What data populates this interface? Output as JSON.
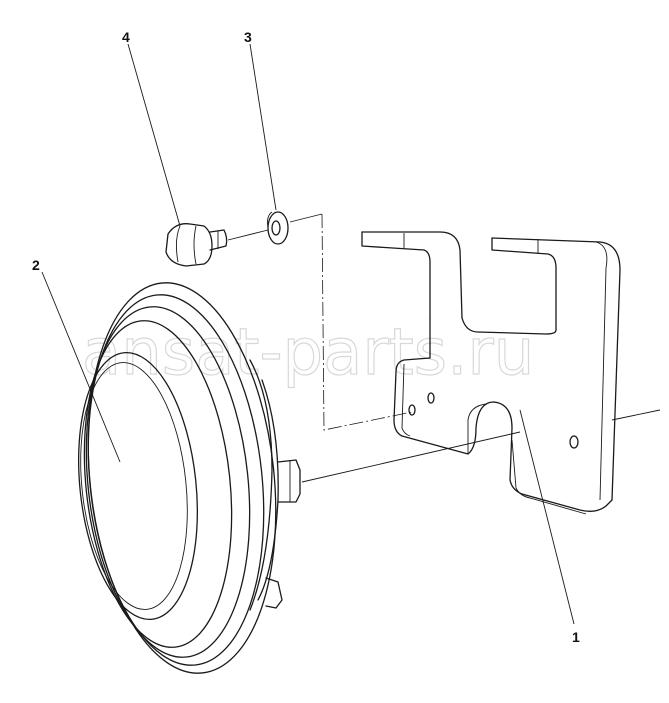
{
  "watermark": "ansat-parts.ru",
  "callouts": [
    {
      "id": "callout-1",
      "label": "1"
    },
    {
      "id": "callout-2",
      "label": "2"
    },
    {
      "id": "callout-3",
      "label": "3"
    },
    {
      "id": "callout-4",
      "label": "4"
    }
  ]
}
